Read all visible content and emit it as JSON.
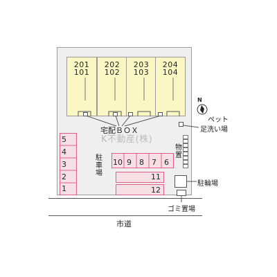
{
  "buildings": [
    {
      "upper": "201",
      "lower": "101"
    },
    {
      "upper": "202",
      "lower": "102"
    },
    {
      "upper": "203",
      "lower": "103"
    },
    {
      "upper": "204",
      "lower": "104"
    }
  ],
  "labels": {
    "delivery_box": "宅配ＢＯＸ",
    "pet_wash_line1": "ペット",
    "pet_wash_line2": "足洗い場",
    "parking": "駐車場",
    "storage": "物置",
    "bike_parking": "駐輪場",
    "garbage": "ゴミ置場",
    "road": "市道",
    "compass": "N",
    "watermark": "K不動産(株)"
  },
  "parking_left": [
    "5",
    "4",
    "3",
    "2",
    "1"
  ],
  "parking_row": [
    "10",
    "9",
    "8",
    "7",
    "6"
  ],
  "parking_bottom": [
    "11",
    "12"
  ]
}
